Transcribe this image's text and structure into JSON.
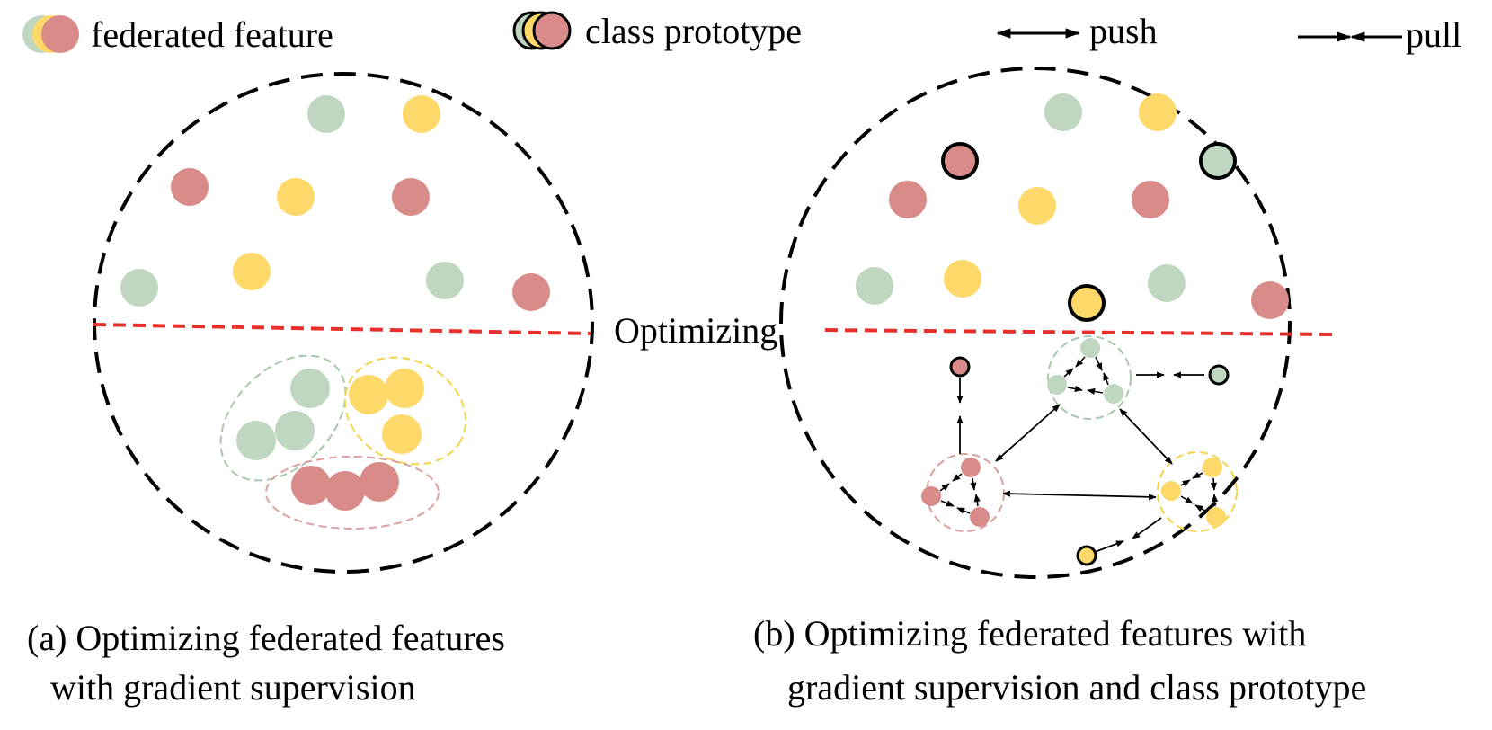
{
  "colors": {
    "green": "#bfd6c1",
    "yellow": "#fed869",
    "red": "#d88b89",
    "green_outline": "#a9c7ab",
    "yellow_outline": "#f2d44b",
    "red_outline": "#d9a19f",
    "boundary": "#e8302a",
    "ink": "#000000"
  },
  "legend": {
    "feature_label": "federated feature",
    "prototype_label": "class prototype",
    "push_label": "push",
    "pull_label": "pull"
  },
  "middle_label": "Optimizing",
  "captions": {
    "a_line1": "(a) Optimizing federated features",
    "a_line2": "with gradient supervision",
    "b_line1": "(b) Optimizing federated features with",
    "b_line2": "gradient supervision and class prototype"
  }
}
